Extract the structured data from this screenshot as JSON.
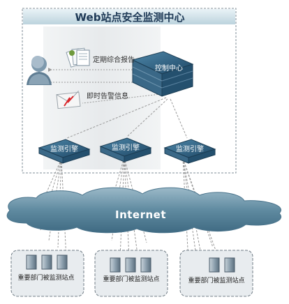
{
  "title": "Web站点安全监测中心",
  "control_center": "控制中心",
  "report_label": "定期综合报告",
  "alarm_label": "即时告警信息",
  "engines": [
    "监测引擎",
    "监测引擎",
    "监测引擎"
  ],
  "internet_label": "Internet",
  "sites": [
    "重要部门被监测站点",
    "重要部门被监测站点",
    "重要部门被监测站点"
  ],
  "colors": {
    "frame_border": "#7f8c97",
    "title_bar": "#cfe2ea",
    "device": "#2e5f80",
    "cloud": "#5f8aa0",
    "site_box": "#e8ecef",
    "arrow": "#999999"
  }
}
